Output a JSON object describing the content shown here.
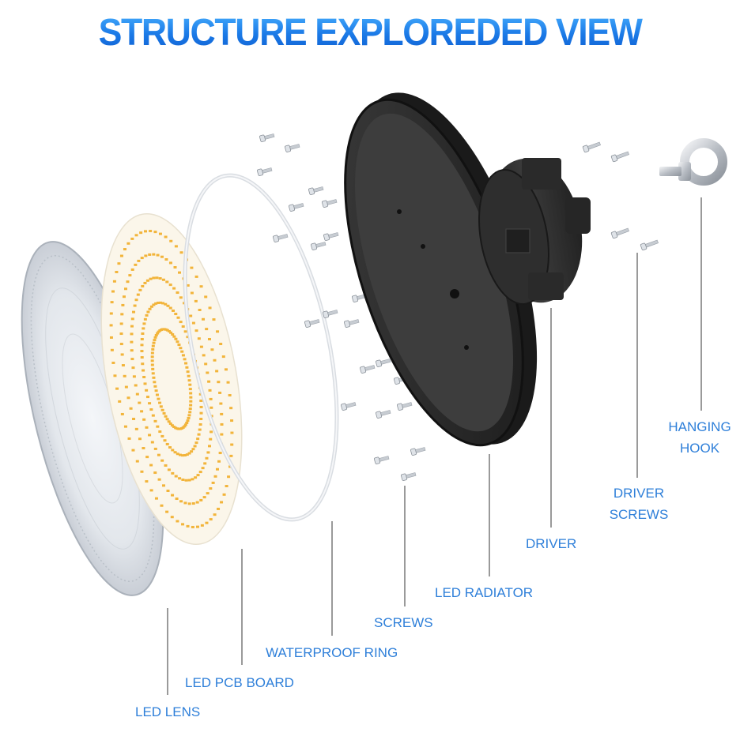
{
  "title": "STRUCTURE EXPLOREDED VIEW",
  "colors": {
    "title": "#1d7ee8",
    "label": "#2e7fd9",
    "leader": "#9a9a9a",
    "radiator": "#2b2b2b",
    "driver": "#262626",
    "led_chip": "#f2b43a",
    "screw": "#c7ccd2"
  },
  "labels": {
    "led_lens": "LED LENS",
    "led_pcb_board": "LED PCB BOARD",
    "waterproof_ring": "WATERPROOF RING",
    "screws": "SCREWS",
    "led_radiator": "LED RADIATOR",
    "driver": "DRIVER",
    "driver_screws_line1": "DRIVER",
    "driver_screws_line2": "SCREWS",
    "hanging_hook_line1": "HANGING",
    "hanging_hook_line2": "HOOK"
  }
}
